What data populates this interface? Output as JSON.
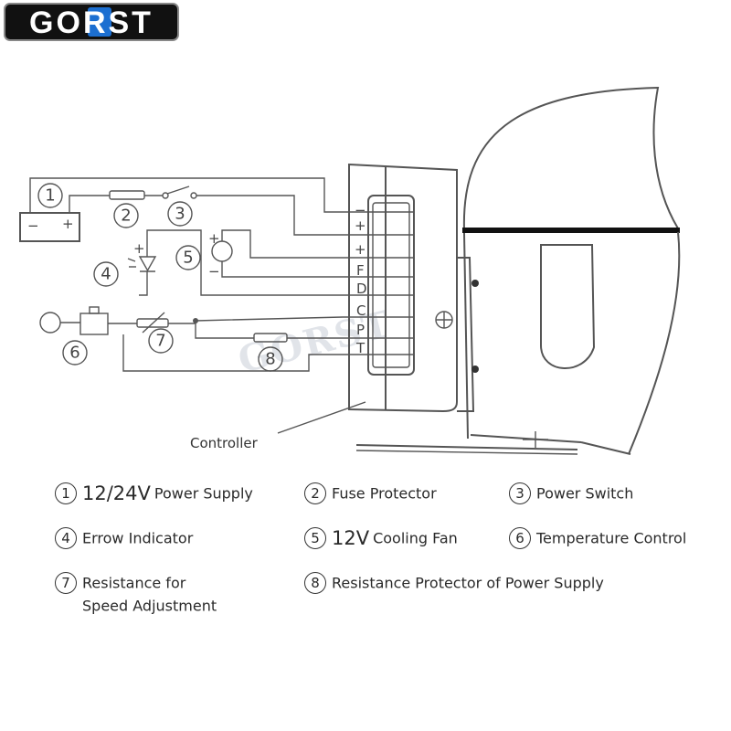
{
  "logo": {
    "text": "GORST"
  },
  "diagram": {
    "pins": [
      "−",
      "+",
      "+",
      "F",
      "D",
      "C",
      "P",
      "T"
    ],
    "callouts": [
      "1",
      "2",
      "3",
      "4",
      "5",
      "6",
      "7",
      "8"
    ],
    "controller_label": "Controller",
    "watermark": "GORST"
  },
  "legend": [
    {
      "mark": "1",
      "big": "12/24V",
      "text": "Power Supply"
    },
    {
      "mark": "2",
      "big": "",
      "text": "Fuse Protector"
    },
    {
      "mark": "3",
      "big": "",
      "text": "Power Switch"
    },
    {
      "mark": "4",
      "big": "",
      "text": "Errow Indicator"
    },
    {
      "mark": "5",
      "big": "12V",
      "text": "Cooling Fan"
    },
    {
      "mark": "6",
      "big": "",
      "text": "Temperature Control"
    },
    {
      "mark": "7",
      "big": "",
      "text_line1": "Resistance for",
      "text_line2": "Speed Adjustment"
    },
    {
      "mark": "8",
      "big": "",
      "text": "Resistance Protector of Power Supply"
    }
  ],
  "colors": {
    "logo_bg": "#111111",
    "logo_text": "#ffffff",
    "logo_accent": "#1c6fd1",
    "line": "#555555"
  }
}
